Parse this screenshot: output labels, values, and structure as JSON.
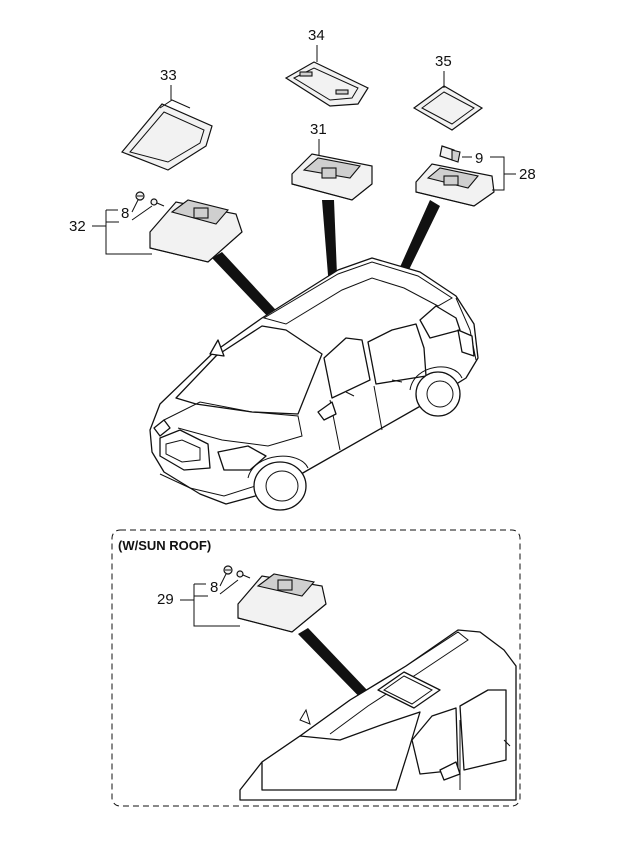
{
  "section": {
    "title": "(W/SUN ROOF)"
  },
  "callouts": {
    "c33": "33",
    "c34": "34",
    "c35": "35",
    "c31": "31",
    "c9": "9",
    "c28": "28",
    "c32": "32",
    "c8_top": "8",
    "c29": "29",
    "c8_bottom": "8"
  }
}
